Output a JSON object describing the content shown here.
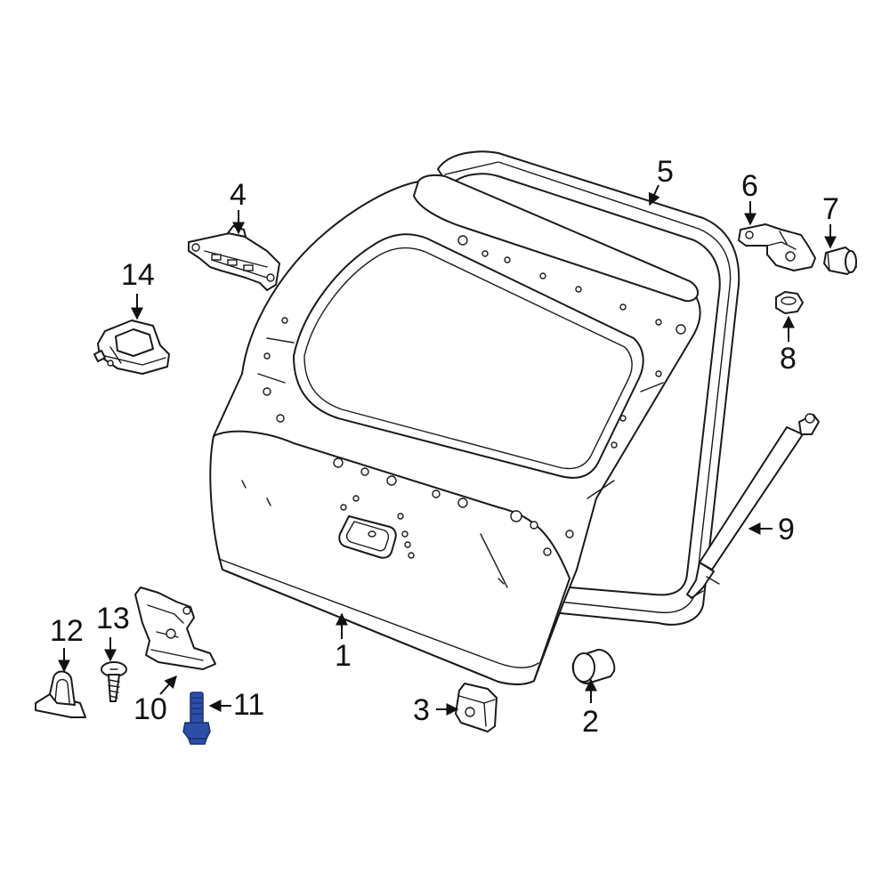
{
  "diagram": {
    "highlight_color": "#2b4fa8",
    "line_color": "#1a1a1a",
    "callouts": {
      "c1": "1",
      "c2": "2",
      "c3": "3",
      "c4": "4",
      "c5": "5",
      "c6": "6",
      "c7": "7",
      "c8": "8",
      "c9": "9",
      "c10": "10",
      "c11": "11",
      "c12": "12",
      "c13": "13",
      "c14": "14"
    },
    "highlighted_part": "11"
  }
}
